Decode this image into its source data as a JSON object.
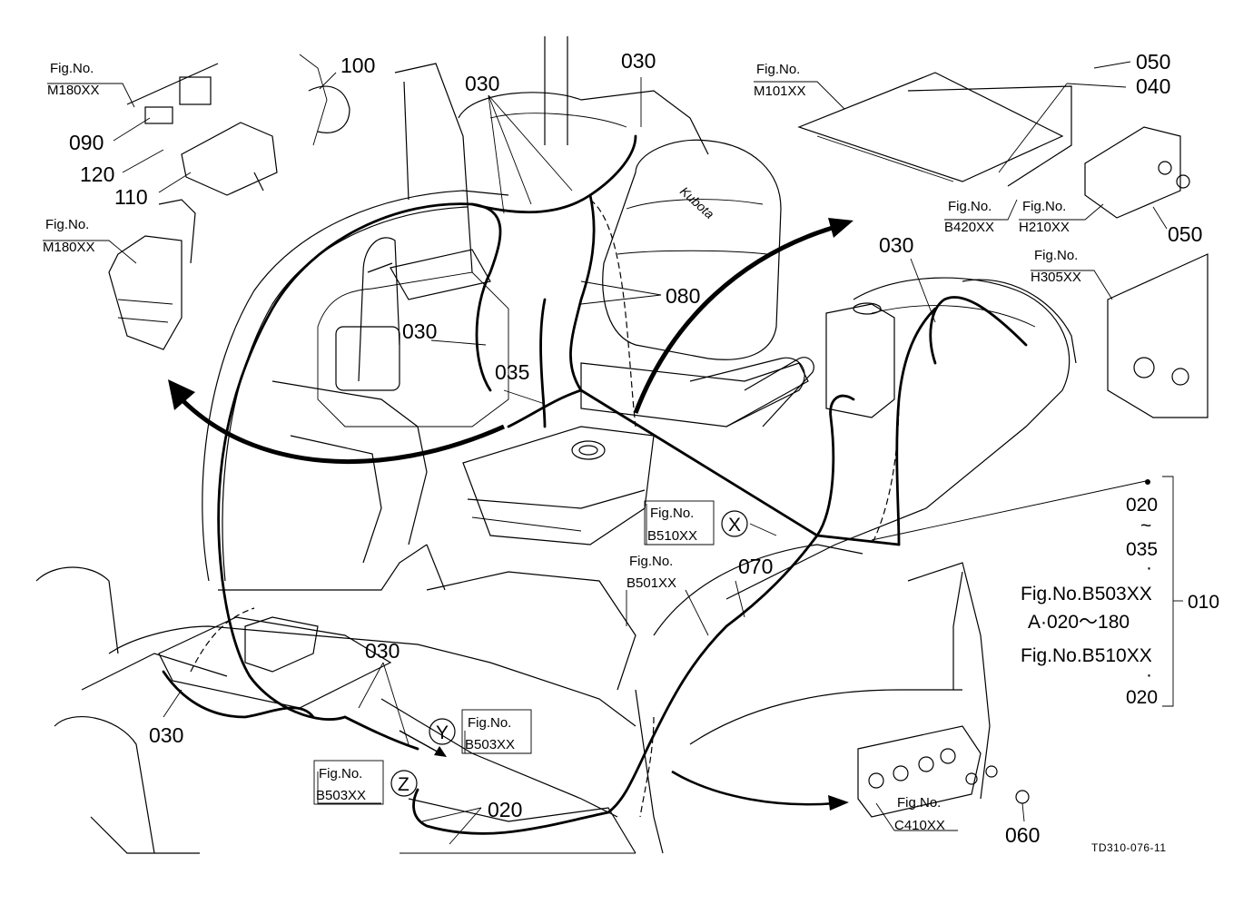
{
  "diagram": {
    "drawing_code": "TD310-076-11",
    "part_numbers": {
      "p100": "100",
      "p090": "090",
      "p120": "120",
      "p110": "110",
      "p030_a": "030",
      "p030_b": "030",
      "p030_c": "030",
      "p030_d": "030",
      "p030_e": "030",
      "p030_f": "030",
      "p035": "035",
      "p080": "080",
      "p050_a": "050",
      "p040": "040",
      "p050_b": "050",
      "p070": "070",
      "p020": "020",
      "p060": "060"
    },
    "fig_refs": {
      "m180_top_label": "Fig.No.",
      "m180_top_code": "M180XX",
      "m180_left_label": "Fig.No.",
      "m180_left_code": "M180XX",
      "m101_label": "Fig.No.",
      "m101_code": "M101XX",
      "b420_label": "Fig.No.",
      "b420_code": "B420XX",
      "h210_label": "Fig.No.",
      "h210_code": "H210XX",
      "h305_label": "Fig.No.",
      "h305_code": "H305XX",
      "b510_label": "Fig.No.",
      "b510_code": "B510XX",
      "b501_label": "Fig.No.",
      "b501_code": "B501XX",
      "b503_y_label": "Fig.No.",
      "b503_y_code": "B503XX",
      "b503_z_label": "Fig.No.",
      "b503_z_code": "B503XX",
      "c410_label": "Fig.No.",
      "c410_code": "C410XX"
    },
    "callouts": {
      "x": "X",
      "y": "Y",
      "z": "Z"
    },
    "assembly_note": {
      "line1": "020",
      "line2": "~",
      "line3": "035",
      "line4": "·",
      "line5": "Fig.No.B503XX",
      "line6": "A·020～180",
      "line7": "Fig.No.B510XX",
      "line8": "·",
      "line9": "020",
      "assembly_number": "010"
    },
    "seat_brand": "Kubota"
  }
}
